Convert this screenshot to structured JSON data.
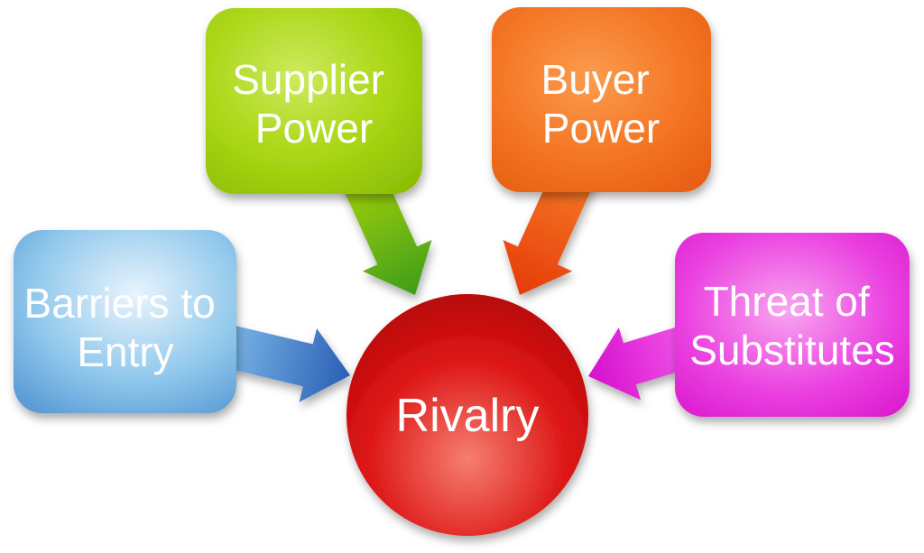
{
  "background": "#ffffff",
  "text_color": "#ffffff",
  "center": {
    "label": "Rivalry",
    "color_light": "#f57f70",
    "color": "#dd1616",
    "color_dark": "#ae0505"
  },
  "nodes": [
    {
      "id": "supplier-power",
      "line1": "Supplier",
      "line2": "Power",
      "color_light": "#cdea5e",
      "color": "#a9d614",
      "color_dark": "#8cbe04",
      "arrow_from": "#9fce10",
      "arrow_to": "#3f9e14"
    },
    {
      "id": "buyer-power",
      "line1": "Buyer",
      "line2": "Power",
      "color_light": "#fb9c4e",
      "color": "#f47524",
      "color_dark": "#e55c0f",
      "arrow_from": "#f47524",
      "arrow_to": "#e63c0a"
    },
    {
      "id": "barriers-to-entry",
      "line1": "Barriers to",
      "line2": "Entry",
      "color_light": "#e8f4fc",
      "color": "#90c8ec",
      "color_dark": "#4e90d0",
      "arrow_from": "#7db9e8",
      "arrow_to": "#2b5fb5"
    },
    {
      "id": "threat-of-substitutes",
      "line1": "Threat of",
      "line2": "Substitutes",
      "color_light": "#f8a6f0",
      "color": "#ea40e0",
      "color_dark": "#d610ca",
      "arrow_from": "#f055e8",
      "arrow_to": "#d60fce"
    }
  ]
}
